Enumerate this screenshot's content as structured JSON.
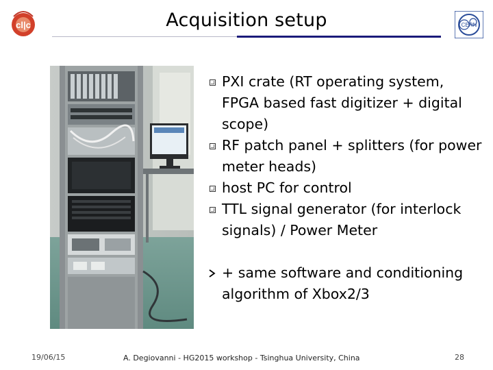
{
  "header": {
    "title": "Acquisition setup",
    "left_logo_icon": "clic-logo-icon",
    "right_logo_icon": "cern-logo-icon",
    "colors": {
      "clic_red": "#d2402a",
      "cern_blue": "#2b4d9a",
      "rule": "#1a1a7a"
    }
  },
  "photo": {
    "icon": "equipment-rack-photo"
  },
  "bullets": {
    "items": [
      {
        "marker": "square",
        "text": "PXI crate (RT operating system, FPGA based fast digitizer + digital scope)"
      },
      {
        "marker": "square",
        "text": "RF patch panel + splitters (for power meter heads)"
      },
      {
        "marker": "square",
        "text": "host PC for control"
      },
      {
        "marker": "square",
        "text": "TTL signal generator  (for interlock signals) / Power Meter"
      },
      {
        "marker": "arrow",
        "text": "+ same software and conditioning algorithm of Xbox2/3"
      }
    ]
  },
  "footer": {
    "date": "19/06/15",
    "center": "A. Degiovanni - HG2015 workshop - Tsinghua University, China",
    "page": "28"
  }
}
